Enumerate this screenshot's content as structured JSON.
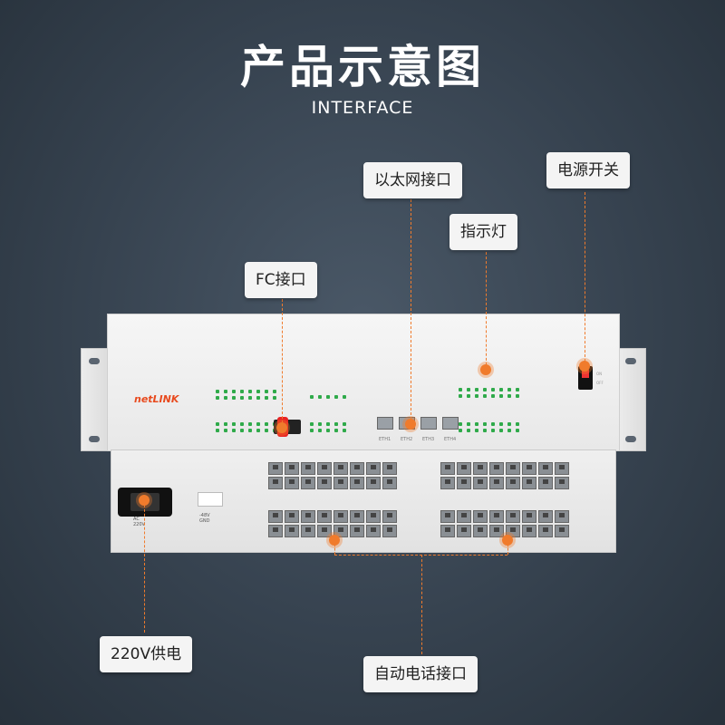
{
  "title": "产品示意图",
  "subtitle": "INTERFACE",
  "callouts": {
    "ethernet": "以太网接口",
    "power_switch": "电源开关",
    "indicator": "指示灯",
    "fc": "FC接口",
    "power_supply": "220V供电",
    "phone": "自动电话接口"
  },
  "device": {
    "logo": "netLINK",
    "eth_ports": [
      "ETH1",
      "ETH2",
      "ETH3",
      "ETH4"
    ],
    "power_label": "AC 220V",
    "dc_label": "-48V GND",
    "switch_on": "ON",
    "switch_off": "OFF"
  },
  "colors": {
    "accent": "#f07b2c",
    "background": "#36424f",
    "led": "#2faa4a"
  }
}
